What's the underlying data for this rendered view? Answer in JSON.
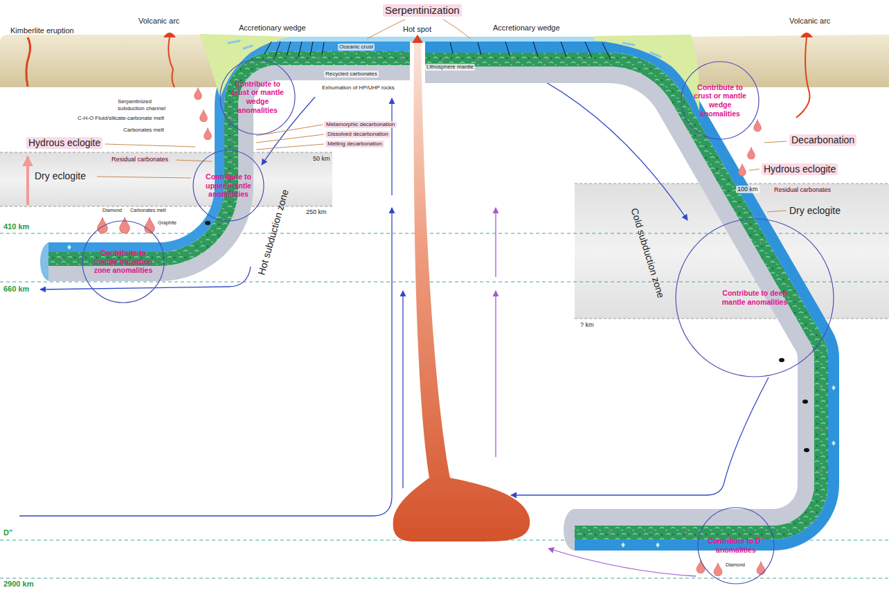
{
  "diagram": {
    "nodes": [
      {
        "text": [
          "Contribute to crust or mantle wedge anomalities"
        ]
      },
      {
        "text": [
          "Contribute to crust or mantle wedge anomalities"
        ]
      },
      {
        "text": [
          "Contribute to upper mantle anomalities"
        ]
      },
      {
        "text": [
          "Contribute to mantle transition zone anomalities"
        ]
      },
      {
        "text": [
          "Contribute to deep mantle anomalities"
        ]
      },
      {
        "text": [
          "Contribute to D'' anomalities"
        ]
      }
    ],
    "labels": [
      "Kimberlite eruption",
      "Volcanic arc",
      "Accretionary wedge",
      "Serpentinization",
      "Hot spot",
      "Accretionary wedge",
      "Volcanic arc",
      "Oceanic crust",
      "Lithosphere mantle",
      "Recycled carbonates",
      "Exhumation of HP/UHP rocks",
      "Metamorphic decarbonation",
      "Dissolved decarbonation",
      "Melting decarbonation",
      "Serpentinized subduction channel",
      "C-H-O Fluid/silicate-carbonate melt",
      "Carbonates melt",
      "Hydrous eclogite",
      "Residual carbonates",
      "50 km",
      "Dry eclogite",
      "250 km",
      "Diamond",
      "Carbonates melt",
      "Graphite",
      "410 km",
      "660 km",
      "Hot subduction zone",
      "Decarbonation",
      "Hydrous eclogite",
      "100 km",
      "Residual carbonates",
      "Dry eclogite",
      "Cold subduction zone",
      "? km",
      "D''",
      "2900 km",
      "Diamond"
    ]
  }
}
